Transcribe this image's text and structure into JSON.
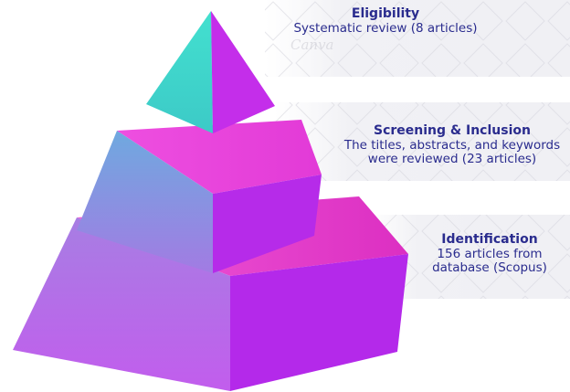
{
  "levels": [
    {
      "title": "Eligibility",
      "desc_lines": [
        "Systematic review (8 articles)"
      ],
      "icon": "pyramid-top-icon",
      "colors": {
        "left": "#3fd8cc",
        "right": "#c62ee8"
      }
    },
    {
      "title": "Screening & Inclusion",
      "desc_lines": [
        "The titles, abstracts, and keywords",
        "were reviewed (23 articles)"
      ],
      "icon": "pyramid-middle-icon",
      "colors": {
        "top": "#ea45dc",
        "front": "#8f7de0",
        "side": "#b82ae9"
      }
    },
    {
      "title": "Identification",
      "desc_lines": [
        "156 articles from",
        "database (Scopus)"
      ],
      "icon": "pyramid-base-icon",
      "colors": {
        "top": "#e63ccd",
        "front": "#b46bea",
        "side": "#b328ea"
      }
    }
  ],
  "watermark": "Canva"
}
